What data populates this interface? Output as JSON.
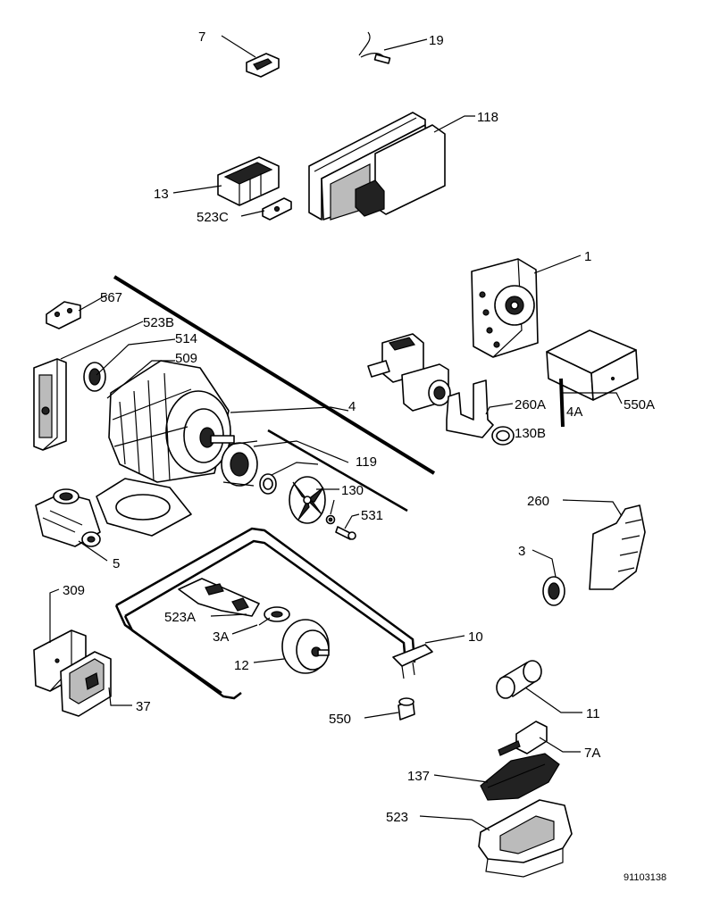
{
  "diagram": {
    "labels": {
      "l7": "7",
      "l19": "19",
      "l118": "118",
      "l13": "13",
      "l523c": "523C",
      "l1": "1",
      "l567": "567",
      "l523b": "523B",
      "l514": "514",
      "l509": "509",
      "l4": "4",
      "l260a": "260A",
      "l4a": "4A",
      "l550a": "550A",
      "l130b": "130B",
      "l119": "119",
      "l130": "130",
      "l531": "531",
      "l5": "5",
      "l260": "260",
      "l3": "3",
      "l309": "309",
      "l523a": "523A",
      "l3a": "3A",
      "l10": "10",
      "l12": "12",
      "l37": "37",
      "l550": "550",
      "l11": "11",
      "l7a": "7A",
      "l137": "137",
      "l523": "523"
    },
    "drawing_code": "91103138"
  }
}
